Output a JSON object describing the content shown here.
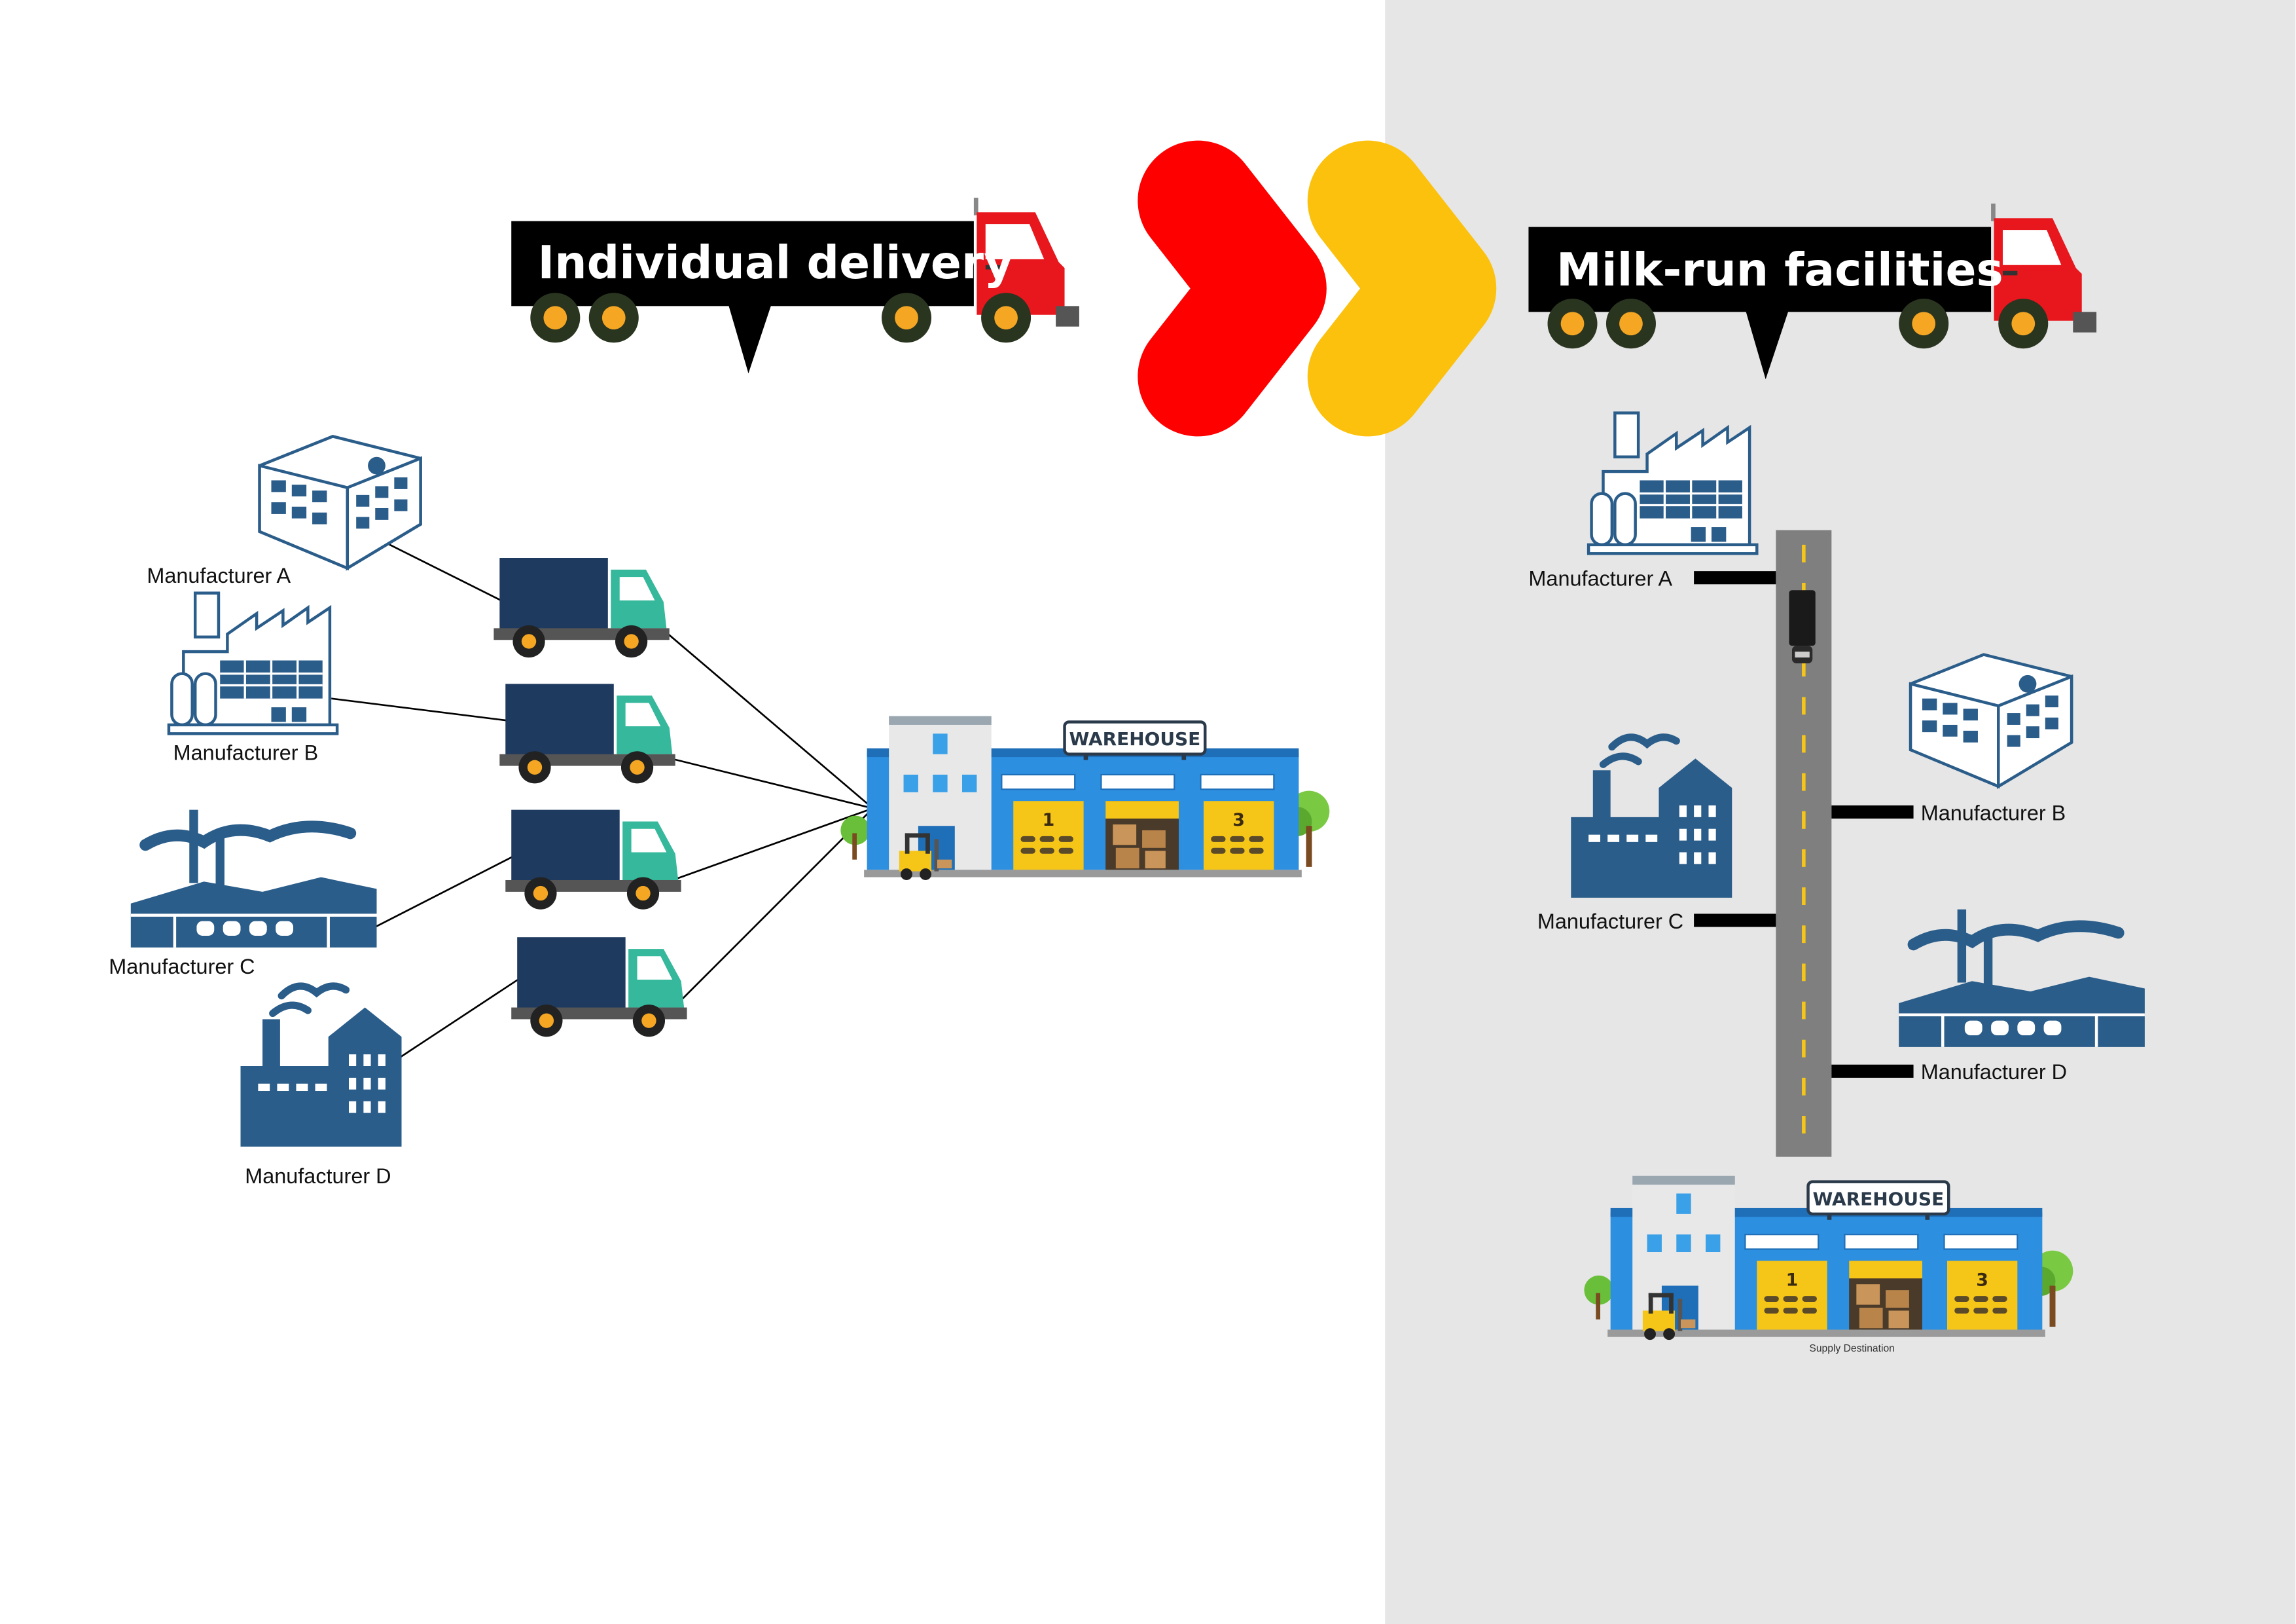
{
  "colors": {
    "right_panel_bg": "#e6e6e6",
    "chevron_red": "#ff0000",
    "chevron_yellow": "#fcc10d",
    "factory_blue": "#2b5d8a",
    "truck_box": "#1e3a5f",
    "truck_cab": "#35b89b",
    "header_truck_body": "#000000",
    "header_truck_cab": "#e8171d",
    "wheel_hub": "#f5a623",
    "road": "#7f7f7f",
    "road_dash": "#f5c518",
    "warehouse_blue": "#2d8fe0",
    "warehouse_door": "#f5c518"
  },
  "icons": [
    "truck-icon",
    "factory-icon",
    "warehouse-icon",
    "forklift-icon",
    "tree-icon",
    "chevron-right-icon"
  ],
  "individual": {
    "title": "Individual delivery",
    "manufacturers": {
      "a": "Manufacturer A",
      "b": "Manufacturer B",
      "c": "Manufacturer C",
      "d": "Manufacturer D"
    },
    "warehouse_sign": "WAREHOUSE",
    "doors": [
      "1",
      "3"
    ]
  },
  "milkrun": {
    "title": "Milk-run facilities",
    "manufacturers": {
      "a": "Manufacturer A",
      "b": "Manufacturer B",
      "c": "Manufacturer C",
      "d": "Manufacturer D"
    },
    "warehouse_sign": "WAREHOUSE",
    "doors": [
      "1",
      "3"
    ],
    "caption": "Supply Destination"
  }
}
